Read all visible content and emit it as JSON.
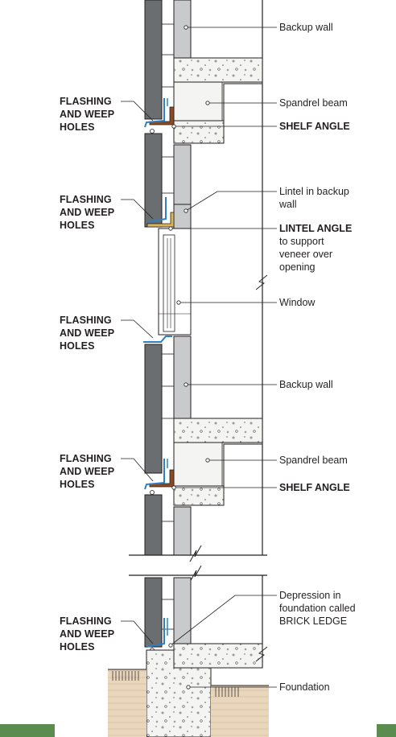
{
  "left_labels": [
    {
      "lines": [
        "FLASHING",
        "AND WEEP",
        "HOLES"
      ]
    },
    {
      "lines": [
        "FLASHING",
        "AND WEEP",
        "HOLES"
      ]
    },
    {
      "lines": [
        "FLASHING",
        "AND WEEP",
        "HOLES"
      ]
    },
    {
      "lines": [
        "FLASHING",
        "AND WEEP",
        "HOLES"
      ]
    },
    {
      "lines": [
        "FLASHING",
        "AND WEEP",
        "HOLES"
      ]
    }
  ],
  "right_labels": [
    {
      "lines": [
        "Backup wall"
      ],
      "caps": false
    },
    {
      "lines": [
        "Spandrel beam"
      ],
      "caps": false
    },
    {
      "lines": [
        "SHELF ANGLE"
      ],
      "caps": true
    },
    {
      "lines": [
        "Lintel in backup",
        "wall"
      ],
      "caps": false
    },
    {
      "lines": [
        "LINTEL ANGLE",
        "to support",
        "veneer over",
        "opening"
      ],
      "caps": false
    },
    {
      "lines": [
        "Window"
      ],
      "caps": false
    },
    {
      "lines": [
        "Backup wall"
      ],
      "caps": false
    },
    {
      "lines": [
        "Spandrel beam"
      ],
      "caps": false
    },
    {
      "lines": [
        "SHELF ANGLE"
      ],
      "caps": true
    },
    {
      "lines": [
        "Depression in",
        "foundation called",
        "BRICK LEDGE"
      ],
      "caps": false
    },
    {
      "lines": [
        "Foundation"
      ],
      "caps": false
    }
  ],
  "colors": {
    "brick": "#6b6e70",
    "block": "#c9cacb",
    "concrete": "#f4f4f2",
    "flashing": "#2e7fc4",
    "shelf_angle": "#8b4a22",
    "lintel_angle": "#d9b45a",
    "soil": "#e9d6bc",
    "accent_bar": "#5a8c50",
    "line": "#231f20"
  }
}
